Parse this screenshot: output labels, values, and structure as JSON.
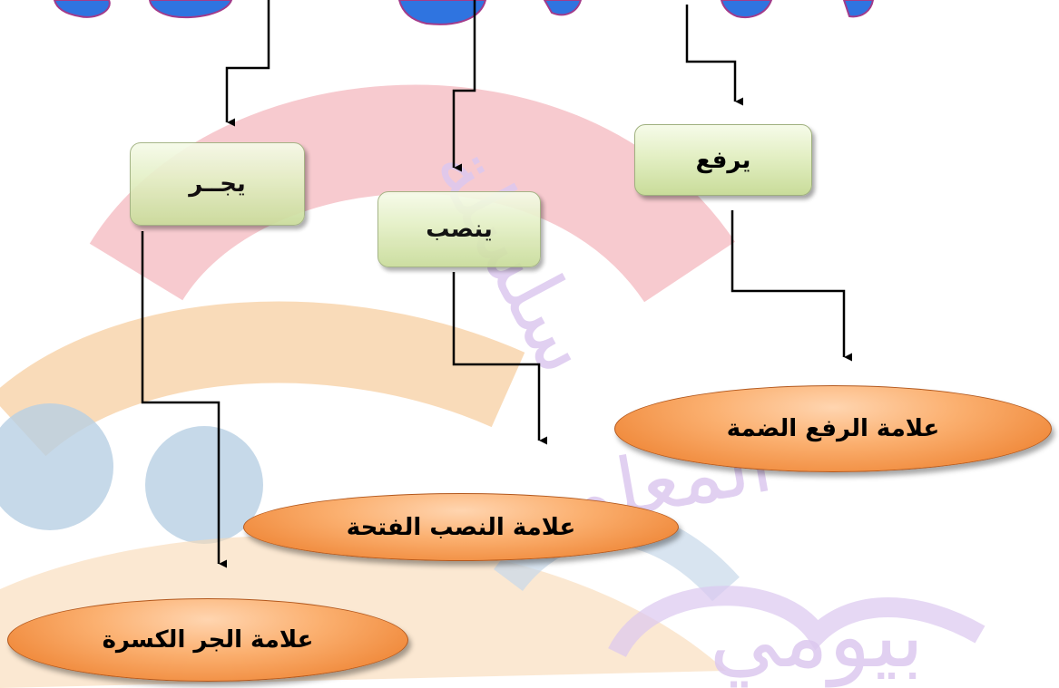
{
  "nodes": {
    "yajurr": "يجــر",
    "yansib": "ينصب",
    "yarfa": "يرفع",
    "kasra": "علامة الجر الكسرة",
    "fatha": "علامة النصب الفتحة",
    "damma": "علامة الرفع الضمة"
  },
  "watermark": {
    "line1": "سلسلة",
    "line2": "المعلم",
    "line3": "بيومي"
  },
  "colors": {
    "box_green": "#d9e8b5",
    "oval_orange": "#f39a4e",
    "title_blue": "#1e63d6",
    "title_purple": "#7a3fc0"
  }
}
